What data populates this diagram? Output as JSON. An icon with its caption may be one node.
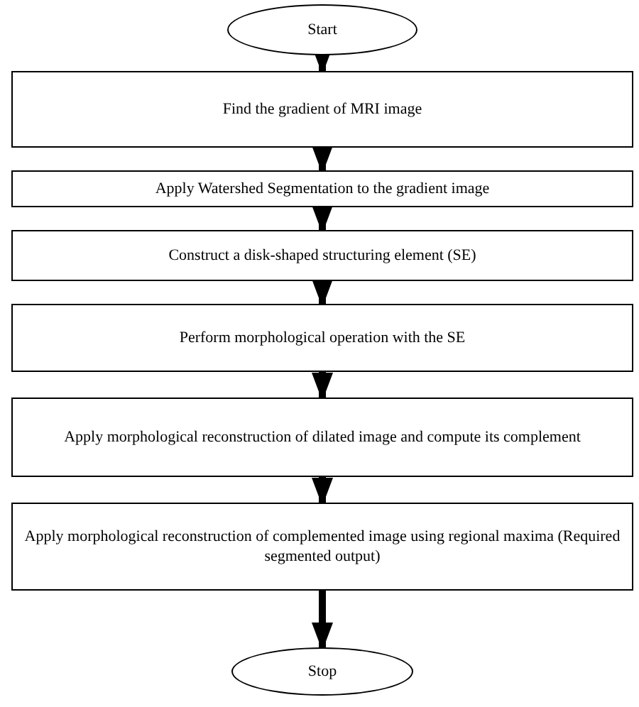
{
  "diagram": {
    "nodes": [
      {
        "text": [
          "Start"
        ]
      },
      {
        "text": [
          "Find the gradient of MRI image"
        ]
      },
      {
        "text": [
          "Apply Watershed Segmentation to the gradient image"
        ]
      },
      {
        "text": [
          "Construct a disk-shaped structuring element (SE)"
        ]
      },
      {
        "text": [
          "Perform morphological operation with the SE"
        ]
      },
      {
        "text": [
          "Apply morphological reconstruction of dilated image and compute its complement"
        ]
      },
      {
        "text": [
          "Apply morphological reconstruction of complemented image using regional maxima (Required segmented output)"
        ]
      },
      {
        "text": [
          "Stop"
        ]
      }
    ],
    "edges": [
      {
        "from": 0,
        "to": 1,
        "arrow": "to"
      },
      {
        "from": 1,
        "to": 2,
        "arrow": "to"
      },
      {
        "from": 2,
        "to": 3,
        "arrow": "to"
      },
      {
        "from": 3,
        "to": 4,
        "arrow": "to"
      },
      {
        "from": 4,
        "to": 5,
        "arrow": "to"
      },
      {
        "from": 5,
        "to": 6,
        "arrow": "to"
      },
      {
        "from": 6,
        "to": 7,
        "arrow": "to"
      }
    ]
  }
}
